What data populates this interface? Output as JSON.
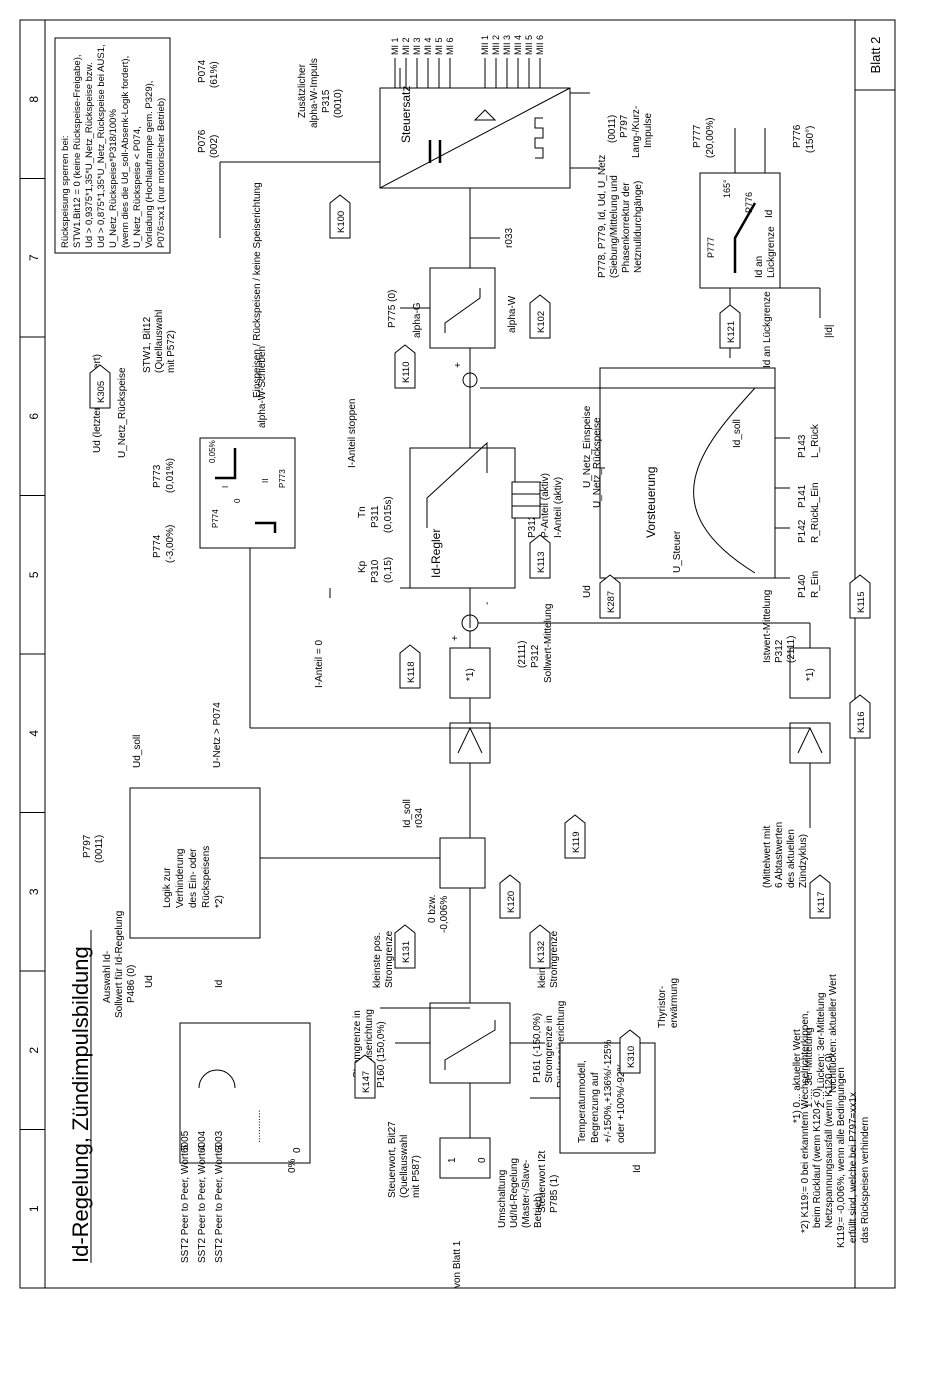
{
  "sheet": {
    "title": "Id-Regelung, Zündimpulsbildung",
    "sheet_no": "Blatt 2",
    "columns": [
      "1",
      "2",
      "3",
      "4",
      "5",
      "6",
      "7",
      "8"
    ]
  },
  "blocks": {
    "steuersatz": "Steuersatz",
    "id_regler": "Id-Regler",
    "vorsteuerung": "Vorsteuerung",
    "logik": [
      "Logik zur",
      "Verhinderung",
      "des Ein- oder",
      "Rückspeisens",
      "*2)"
    ],
    "temperatur": [
      "Temperaturmodell,",
      "Begrenzung auf",
      "+/-150%,+136%/-125%",
      "oder +100%/-92%"
    ],
    "mittelwert_sollwert": "*1)",
    "mittelwert_istwert": "*1)",
    "id_soll_curve": "Id_soll",
    "u_steuer": "U_Steuer",
    "id_an_lueckgrenze_box": [
      "Id an",
      "Lückgrenze"
    ],
    "id_axis": "Id",
    "lueck_p777": "P777",
    "lueck_p776": "P776",
    "lueck_165": "165°"
  },
  "pulses": {
    "mi1": [
      "MI 1",
      "MI 2",
      "MI 3",
      "MI 4",
      "MI 5",
      "MI 6"
    ],
    "mi2": [
      "MII 1",
      "MII 2",
      "MII 3",
      "MII 4",
      "MII 5",
      "MII 6"
    ]
  },
  "connectors": [
    "K100",
    "K102",
    "K110",
    "K113",
    "K118",
    "K119",
    "K120",
    "K121",
    "K131",
    "K132",
    "K147",
    "K305",
    "K310",
    "K287",
    "K115",
    "K116",
    "K117",
    "K116"
  ],
  "labels": {
    "rueckspeisung": [
      "Rückspeisung sperren bei:",
      "STW1.Bit12 = 0 (keine Rückspeise-Freigabe),",
      "Ud > 0,9375*1,35*U_Netz_Rückspeise bzw.",
      "Ud > 0,875*1,35*U_Netz_Rückspeise bei AUS1,",
      "U_Netz_Rückspeise*P318/100%",
      "(wenn dies die Ud_soll-Absenk-Logik fordert),",
      "U_Netz_Rückspeise < P074,",
      "Vorladung (Hochlauframpe gem. P329),",
      "P076=xx1 (nur motorischer Betrieb)"
    ],
    "p074": "P074",
    "p074v": "(61%)",
    "p076": "P076",
    "p076v": "(002)",
    "p315": [
      "Zusätzlicher",
      "alpha-W-Impuls",
      "P315",
      "(0010)"
    ],
    "p797_top": [
      "(0011)",
      "P797",
      "Lang-/Kurz-",
      "Impulse"
    ],
    "p778": [
      "P778, P779, Id, Ud, U_Netz",
      "(Siebung/Mittelung und",
      "Phasenkorrektur der",
      "Netznulldurchgänge)"
    ],
    "p777": [
      "P777",
      "(20,00%)"
    ],
    "p776": [
      "P776",
      "(150°)"
    ],
    "r033": "r033",
    "p775": "P775 (0)",
    "alpha_g": "alpha-G",
    "alpha_w": "alpha-W",
    "abs_id": "|Id|",
    "id_lueck": "Id an Lückgrenze",
    "ud_letzter": "Ud (letzter Abtastwert)",
    "u_netz_rueck": "U_Netz_Rückspeise",
    "stw1": [
      "STW1, Bit12",
      "(Quellauswahl",
      "mit P572)"
    ],
    "einspeisen": "Einspeisen / Rückspeisen / keine Speiserichtung",
    "alpha_w_schieben": "alpha-W-Schieben",
    "p773": [
      "P773",
      "(0,01%)"
    ],
    "p774": [
      "P774",
      "(-3,00%)"
    ],
    "sch_005": "0,05%",
    "sch_i": "I",
    "sch_0": "0",
    "sch_ii": "II",
    "sch_p774": "P774",
    "sch_p773": "P773",
    "i_anteil_stoppen": "I-Anteil stoppen",
    "i_anteil_0": "I-Anteil = 0",
    "tn": [
      "Tn",
      "P311",
      "(0,015s)"
    ],
    "kp": [
      "Kp",
      "P310",
      "(0,15)"
    ],
    "p312_regler": [
      "P312 (2111)",
      "P-Anteil (aktiv)",
      "I-Anteil (aktiv)"
    ],
    "u_netz_ein": "U_Netz_Einspeise",
    "u_netz_rue2": "U_Netz_Rückspeise",
    "ud": "Ud",
    "p140": [
      "P140",
      "R_Ein"
    ],
    "p142": [
      "P142",
      "R_Rück"
    ],
    "p141": [
      "P141",
      "L_Ein"
    ],
    "p143": [
      "P143",
      "L_Rück"
    ],
    "sollwert_mittelung": [
      "(2111)",
      "P312",
      "Sollwert-Mittelung"
    ],
    "istwert_mittelung": [
      "Istwert-Mittelung",
      "P312",
      "(2111)"
    ],
    "id_soll_r034": [
      "Id_soll",
      "r034"
    ],
    "p797_mid": [
      "P797",
      "(0011)"
    ],
    "ud_soll": "Ud_soll",
    "u_netz_p074": "U-Netz > P074",
    "ud_in": "Ud",
    "id_in": "Id",
    "o_bzw": [
      "0 bzw.",
      "-0,006%"
    ],
    "kleinste_pos": [
      "kleinste pos.",
      "Stromgrenze"
    ],
    "kleinste_neg": [
      "kleinste neg.",
      "Stromgrenze"
    ],
    "strom_ein": [
      "Stromgrenze in",
      "Einspeiserichtung",
      "P160 (150,0%)"
    ],
    "strom_rueck": [
      "P161 (-150,0%)",
      "Stromgrenze in",
      "Rückspeiserichtung"
    ],
    "thyristor": [
      "Thyristor-",
      "erwärmung"
    ],
    "id_mittel": [
      "(Mittelwert mit",
      "6 Abtastwerten",
      "des aktuellen",
      "Zündzyklus)"
    ],
    "id_k117": "Id",
    "auswahl": [
      "Auswahl Id-",
      "Sollwert für Id-Regelung",
      "P486 (0)"
    ],
    "sst2": [
      "SST2 Peer to Peer, Wort 5",
      "SST2 Peer to Peer, Wort 4",
      "SST2 Peer to Peer, Wort 3"
    ],
    "codes": [
      "6005",
      "6004",
      "6003"
    ],
    "zero_pct": "0%",
    "zero": "0",
    "steuerwort_bit27": [
      "Steuerwort, Bit27",
      "(Quellauswahl",
      "mit P587)"
    ],
    "umschaltung": [
      "Umschaltung",
      "Ud/Id-Regelung",
      "(Master-/Slave-",
      "Betrieb)"
    ],
    "von_blatt1": "von Blatt 1",
    "steuerwort_i2t": [
      "Steuerwort I2t",
      "P785 (1)"
    ],
    "id_temp": "Id",
    "sw_1": "1",
    "sw_0": "0",
    "dots": "............",
    "fn1": [
      "*1) 0... aktueller Wert",
      "1 .... 3er-Mittelung",
      "2 ... Lücken: 3er-Mittelung",
      "Nichtlücken: aktueller Wert"
    ],
    "fn2": [
      "*2) K119:= 0 bei erkanntem Wechselrichterkippen,",
      "beim Rücklauf (wenn K120 < 0)",
      "Netzspannungsausfall (wenn K120 < 0)",
      "K119:= -0,006%, wenn alle Bedingungen",
      "erfüllt sind, welche bei P797=xx1x",
      "das Rückspeisen verhindern"
    ],
    "plus": "+",
    "minus": "-"
  }
}
